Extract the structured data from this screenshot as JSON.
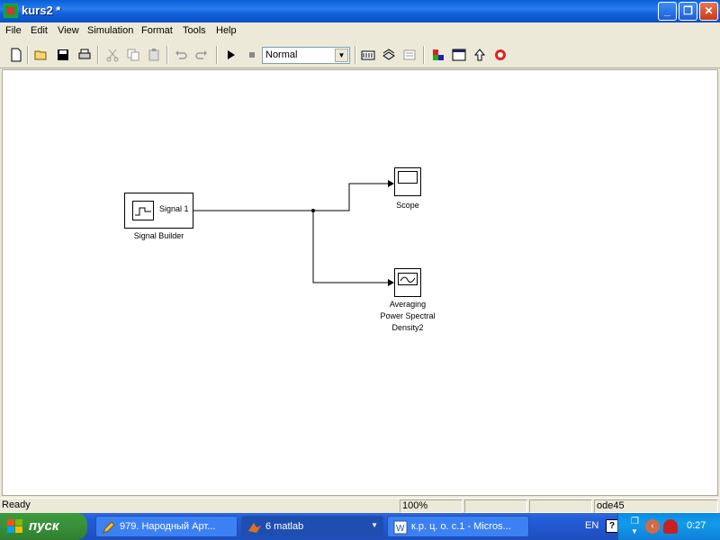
{
  "window": {
    "title": "kurs2 *"
  },
  "menu": [
    "File",
    "Edit",
    "View",
    "Simulation",
    "Format",
    "Tools",
    "Help"
  ],
  "toolbar": {
    "sim_mode": "Normal"
  },
  "blocks": {
    "signal_builder": {
      "inner_label": "Signal 1",
      "caption": "Signal Builder"
    },
    "scope": {
      "caption": "Scope"
    },
    "psd": {
      "caption_line1": "Averaging",
      "caption_line2": "Power Spectral",
      "caption_line3": "Density2"
    }
  },
  "status": {
    "text": "Ready",
    "zoom": "100%",
    "solver": "ode45"
  },
  "taskbar": {
    "start_label": "пуск",
    "tasks": [
      {
        "label": "979. Народный Арт..."
      },
      {
        "label": "6 matlab"
      },
      {
        "label": "к.р. ц. о. с.1 - Micros..."
      }
    ],
    "lang": "EN",
    "clock": "0:27"
  }
}
